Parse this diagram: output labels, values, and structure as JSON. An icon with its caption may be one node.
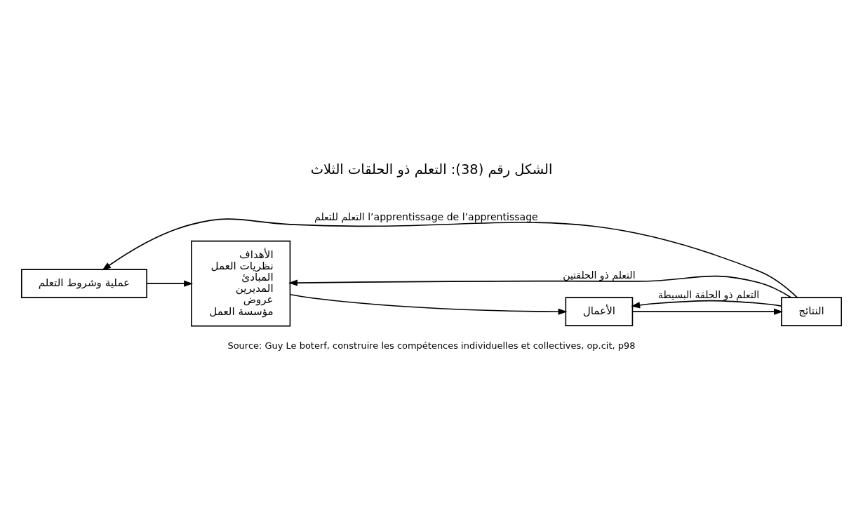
{
  "diagram": {
    "title": "الشكل رقم (38): التعلم ذو الحلقات الثلاث",
    "caption": "Source: Guy Le boterf, construire les compétences individuelles et collectives, op.cit, p98",
    "nodes": [
      {
        "text": [
          "عملية وشروط التعلم"
        ]
      },
      {
        "text": [
          "الأهداف",
          "نظريات العمل",
          "المبادئ",
          "المديرين",
          "عروض",
          "مؤسسة العمل"
        ]
      },
      {
        "text": [
          "الأعمال"
        ]
      },
      {
        "text": [
          "النتائج"
        ]
      }
    ],
    "edges": [
      {
        "from": 0,
        "to": 1,
        "arrow": "to"
      },
      {
        "from": 1,
        "to": 2,
        "arrow": "to"
      },
      {
        "from": 2,
        "to": 3,
        "arrow": "to"
      },
      {
        "from": 3,
        "to": 2,
        "arrow": "to",
        "label": "التعلم ذو الحلقة البسيطة"
      },
      {
        "from": 3,
        "to": 1,
        "arrow": "to",
        "label": "التعلم ذو الحلقتين"
      },
      {
        "from": 3,
        "to": 0,
        "arrow": "to",
        "label": "التعلم للتعلم l’apprentissage de l’apprentissage"
      }
    ]
  }
}
